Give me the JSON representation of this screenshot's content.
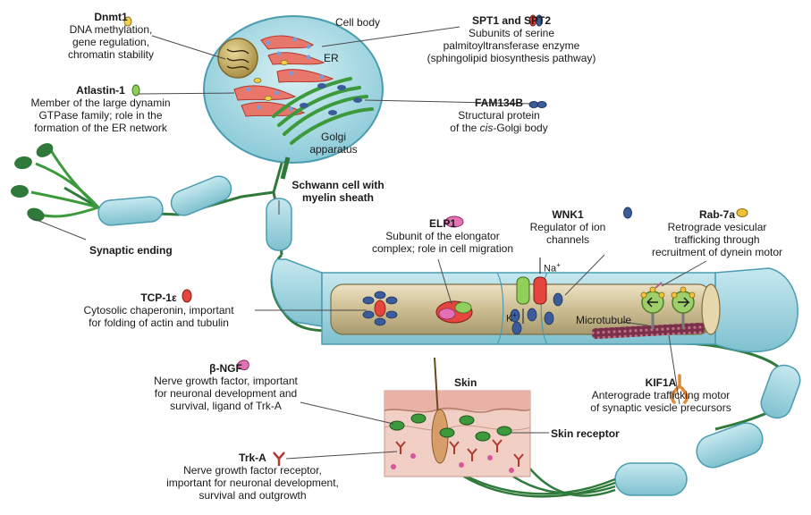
{
  "cell_body": {
    "title": "Cell body",
    "er": "ER",
    "golgi_line1": "Golgi",
    "golgi_line2": "apparatus"
  },
  "dnmt1": {
    "name": "Dnmt1",
    "lines": [
      "DNA methylation,",
      "gene regulation,",
      "chromatin stability"
    ]
  },
  "atlastin": {
    "name": "Atlastin-1",
    "lines": [
      "Member of the large dynamin",
      "GTPase family; role in the",
      "formation of the ER network"
    ]
  },
  "spt": {
    "name": "SPT1 and SPT2",
    "lines": [
      "Subunits of serine",
      "palmitoyltransferase enzyme",
      "(sphingolipid biosynthesis pathway)"
    ]
  },
  "fam134b": {
    "name": "FAM134B",
    "line1": "Structural protein",
    "line2_pre": "of the ",
    "line2_italic": "cis",
    "line2_post": "-Golgi body"
  },
  "schwann": {
    "line1": "Schwann cell with",
    "line2": "myelin sheath"
  },
  "synaptic_ending": "Synaptic ending",
  "elp1": {
    "name": "ELP1",
    "lines": [
      "Subunit of the elongator",
      "complex; role in cell migration"
    ]
  },
  "wnk1": {
    "name": "WNK1",
    "lines": [
      "Regulator of ion",
      "channels"
    ]
  },
  "rab7a": {
    "name": "Rab-7a",
    "lines": [
      "Retrograde vesicular",
      "trafficking through",
      "recruitment of dynein motor"
    ]
  },
  "tcp1": {
    "name": "TCP-1ε",
    "lines": [
      "Cytosolic chaperonin, important",
      "for folding of actin and tubulin"
    ]
  },
  "ions": {
    "na_base": "Na",
    "na_sup": "+",
    "k_base": "K",
    "k_sup": "+"
  },
  "microtubule": "Microtubule",
  "ngf": {
    "name": "β-NGF",
    "lines": [
      "Nerve growth factor, important",
      "for neuronal development and",
      "survival, ligand of Trk-A"
    ]
  },
  "kif1a": {
    "name": "KIF1A",
    "lines": [
      "Anterograde trafficking motor",
      "of synaptic vesicle precursors"
    ]
  },
  "skin": "Skin",
  "skin_receptor": "Skin receptor",
  "trka": {
    "name": "Trk-A",
    "lines": [
      "Nerve growth factor receptor,",
      "important for neuronal development,",
      "survival and outgrowth"
    ]
  },
  "colors": {
    "cell_fill": "#a9dbe4",
    "cell_stroke": "#4a9db0",
    "axon_fill": "#d6c8a4",
    "nerve_green": "#2f7a3b",
    "er_red": "#d9534a",
    "golgi_green": "#3c9a3c",
    "protein_blue": "#3b5b9a",
    "skin_pink": "#f2cfc4"
  }
}
